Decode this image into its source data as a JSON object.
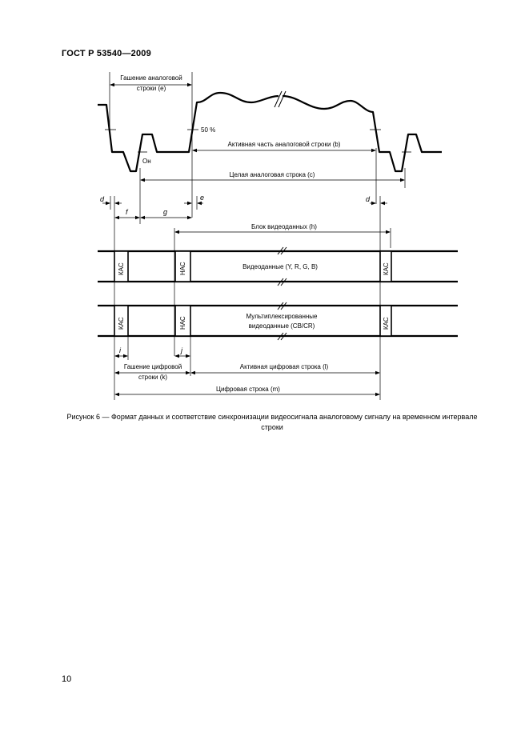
{
  "header": {
    "standard": "ГОСТ Р 53540—2009"
  },
  "figure": {
    "analog": {
      "blanking": [
        "Гашение аналоговой",
        "строки (e)"
      ],
      "fifty_percent": "50 %",
      "oh": "Oн",
      "active": "Активная часть аналоговой строки (b)",
      "full": "Целая аналоговая строка (c)"
    },
    "markers": {
      "d1": "d",
      "f": "f",
      "g": "g",
      "e": "e",
      "d2": "d"
    },
    "digital": {
      "video_block": "Блок видеоданных (h)",
      "video_data": "Видеоданные (Y, R, G, B)",
      "mux_line1": "Мультиплексированные",
      "mux_line2": "видеоданные (CB/CR)",
      "kac": "КАС",
      "nac": "НАС",
      "i1": "i",
      "i2": "j",
      "blank_digital": [
        "Гашение цифровой",
        "строки (k)"
      ],
      "active_digital": "Активная цифровая строка (l)",
      "full_digital": "Цифровая строка (m)"
    }
  },
  "caption": "Рисунок 6 — Формат данных и соответствие синхронизации видеосигнала аналоговому сигналу на временном интервале строки",
  "page_number": "10"
}
